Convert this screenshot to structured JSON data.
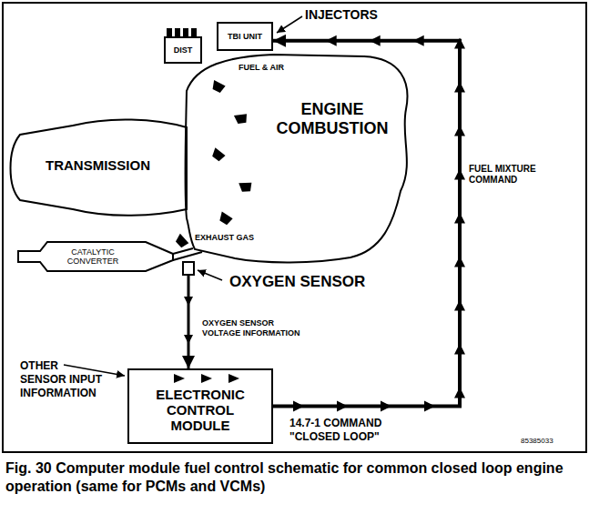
{
  "diagram": {
    "caption": "Fig. 30 Computer module fuel control schematic for common closed loop engine operation (same for PCMs and VCMs)",
    "nodes": [
      {
        "text": [
          "DIST"
        ]
      },
      {
        "text": [
          "TBI UNIT"
        ]
      },
      {
        "text": [
          "FUEL & AIR",
          "ENGINE COMBUSTION"
        ]
      },
      {
        "text": [
          "TRANSMISSION"
        ]
      },
      {
        "text": [
          "CATALYTIC CONVERTER"
        ]
      },
      {
        "text": [
          "OXYGEN SENSOR"
        ]
      },
      {
        "text": [
          "ELECTRONIC CONTROL MODULE"
        ]
      }
    ],
    "edges": [
      {
        "from": 5,
        "to": 6,
        "arrow": "to",
        "label": "OXYGEN SENSOR VOLTAGE INFORMATION"
      },
      {
        "from": 6,
        "to": 1,
        "arrow": "to",
        "label": "FUEL MIXTURE COMMAND"
      }
    ],
    "labels": [
      "INJECTORS",
      "EXHAUST GAS",
      "OTHER SENSOR INPUT INFORMATION",
      "14.7-1 COMMAND \"CLOSED LOOP\"",
      "85385033"
    ]
  }
}
